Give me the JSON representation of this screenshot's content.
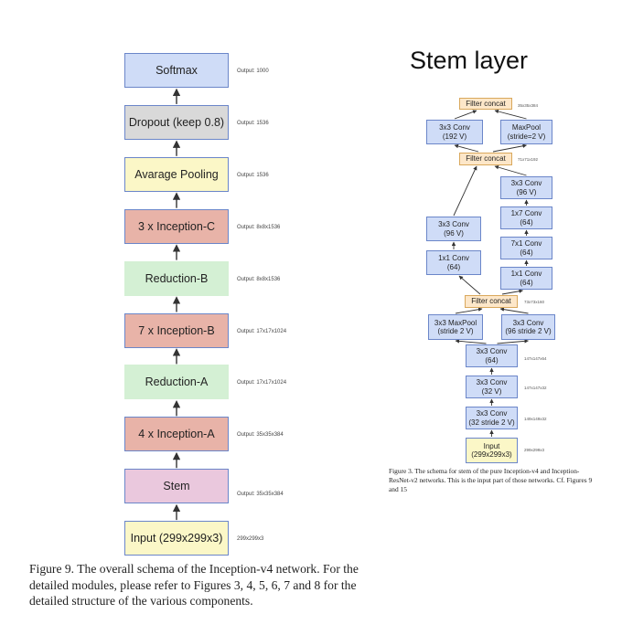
{
  "left": {
    "blocks": [
      {
        "label": "Softmax",
        "output": "Output: 1000",
        "fill": "#cfdcf7"
      },
      {
        "label": "Dropout (keep 0.8)",
        "output": "Output: 1536",
        "fill": "#d9d9d9"
      },
      {
        "label": "Avarage Pooling",
        "output": "Output: 1536",
        "fill": "#fbf7c7"
      },
      {
        "label": "3 x Inception-C",
        "output": "Output: 8x8x1536",
        "fill": "#e8b3a8"
      },
      {
        "label": "Reduction-B",
        "output": "Output: 8x8x1536",
        "fill": "#d4f0d4"
      },
      {
        "label": "7 x Inception-B",
        "output": "Output: 17x17x1024",
        "fill": "#e8b3a8"
      },
      {
        "label": "Reduction-A",
        "output": "Output: 17x17x1024",
        "fill": "#d4f0d4"
      },
      {
        "label": "4 x Inception-A",
        "output": "Output: 35x35x384",
        "fill": "#e8b3a8"
      },
      {
        "label": "Stem",
        "output": "Output: 35x35x384",
        "fill": "#eac8dd"
      },
      {
        "label": "Input (299x299x3)",
        "output": "299x299x3",
        "fill": "#fbf7c7"
      }
    ],
    "caption": "Figure 9. The overall schema of the Inception-v4 network. For the detailed modules, please refer to Figures 3, 4, 5, 6, 7 and 8 for the detailed structure of the various components."
  },
  "stem": {
    "title": "Stem layer",
    "blocks": {
      "fc1": {
        "label": "Filter concat",
        "output": "35x35x384"
      },
      "conv192": {
        "label": "3x3 Conv\n(192 V)"
      },
      "maxpool2": {
        "label": "MaxPool\n(stride=2 V)"
      },
      "fc2": {
        "label": "Filter concat",
        "output": "71x71x192"
      },
      "r3x3_96": {
        "label": "3x3 Conv\n(96 V)"
      },
      "r1x7": {
        "label": "1x7 Conv\n(64)"
      },
      "r7x1": {
        "label": "7x1 Conv\n(64)"
      },
      "r1x1": {
        "label": "1x1 Conv\n(64)"
      },
      "l3x3_96": {
        "label": "3x3 Conv\n(96 V)"
      },
      "l1x1": {
        "label": "1x1 Conv\n(64)"
      },
      "fc3": {
        "label": "Filter concat",
        "output": "73x73x160"
      },
      "maxpool1": {
        "label": "3x3 MaxPool\n(stride 2 V)"
      },
      "conv96s2": {
        "label": "3x3 Conv\n(96 stride 2 V)"
      },
      "c64": {
        "label": "3x3 Conv\n(64)",
        "output": "147x147x64"
      },
      "c32v": {
        "label": "3x3 Conv\n(32 V)",
        "output": "147x147x32"
      },
      "c32s2": {
        "label": "3x3 Conv\n(32 stride 2 V)",
        "output": "149x149x32"
      },
      "input": {
        "label": "Input\n(299x299x3)",
        "output": "299x299x3"
      }
    },
    "caption": "Figure 3. The schema for stem of the pure Inception-v4 and Inception-ResNet-v2 networks. This is the input part of those networks. Cf. Figures 9 and 15"
  },
  "colors": {
    "stem_conv": "#cfdcf7",
    "stem_concat": "#fde7c9",
    "stem_input": "#fbf7c7",
    "border": "#6b86c9"
  }
}
